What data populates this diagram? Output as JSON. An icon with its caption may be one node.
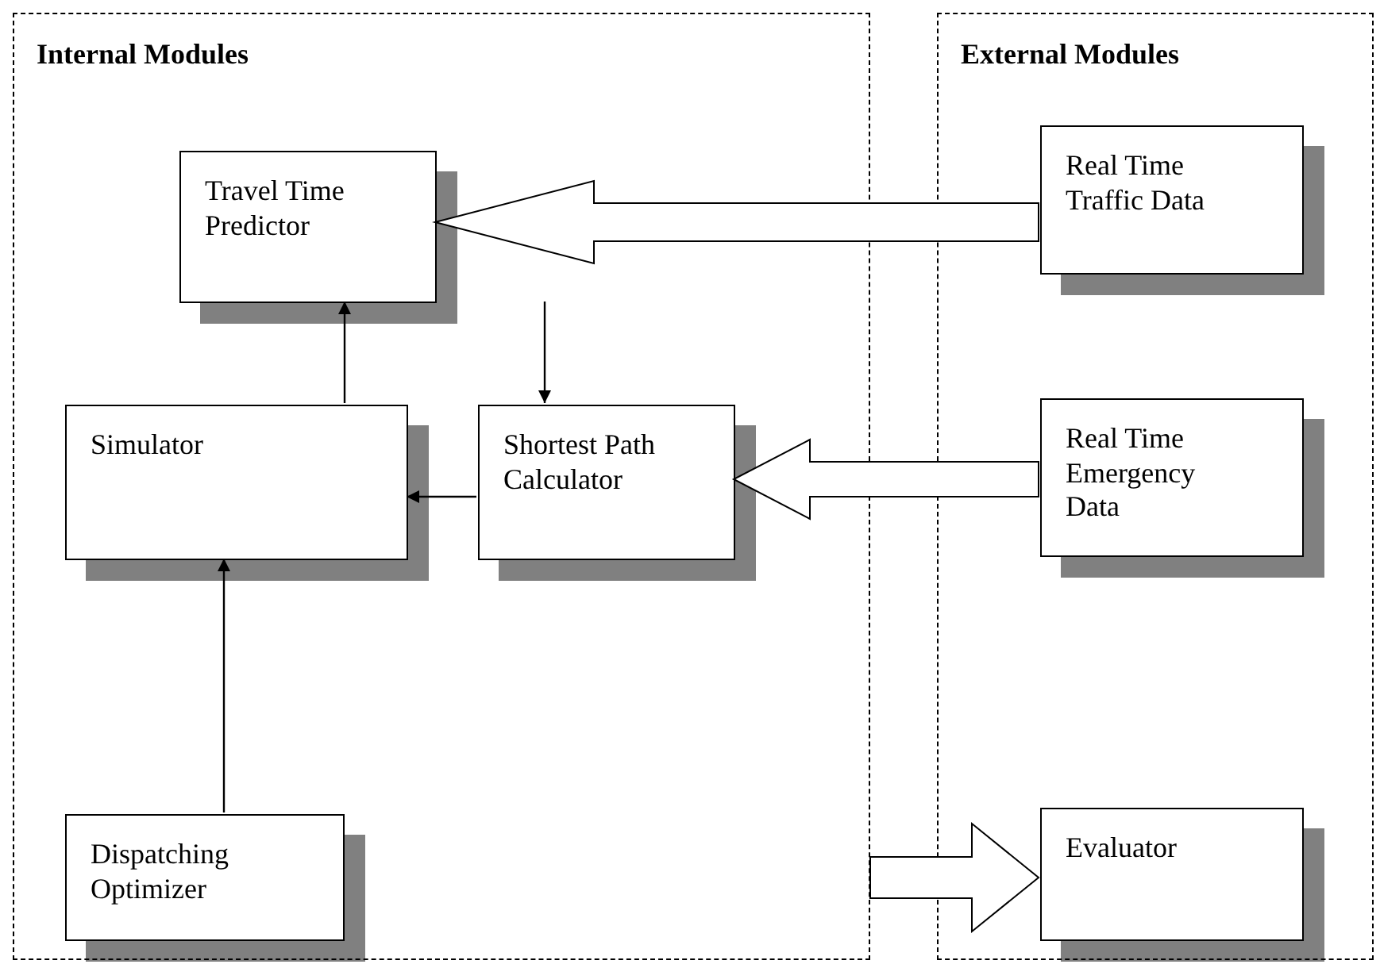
{
  "diagram": {
    "nodes": [
      {
        "text": [
          "Internal Modules"
        ]
      },
      {
        "text": [
          "Travel Time Predictor"
        ],
        "in": 0
      },
      {
        "text": [
          "Simulator"
        ],
        "in": 0
      },
      {
        "text": [
          "Shortest Path Calculator"
        ],
        "in": 0
      },
      {
        "text": [
          "Dispatching Optimizer"
        ],
        "in": 0
      },
      {
        "text": [
          "External Modules"
        ]
      },
      {
        "text": [
          "Real Time Traffic Data"
        ],
        "in": 5
      },
      {
        "text": [
          "Real Time Emergency Data"
        ],
        "in": 5
      },
      {
        "text": [
          "Evaluator"
        ],
        "in": 5
      }
    ],
    "edges": [
      {
        "from": 6,
        "to": 1,
        "arrow": "to",
        "style": "thick"
      },
      {
        "from": 1,
        "to": 3,
        "arrow": "to"
      },
      {
        "from": 3,
        "to": 2,
        "arrow": "to"
      },
      {
        "from": 2,
        "to": 1,
        "arrow": "to"
      },
      {
        "from": 4,
        "to": 2,
        "arrow": "to"
      },
      {
        "from": 7,
        "to": 3,
        "arrow": "to",
        "style": "thick"
      },
      {
        "from": null,
        "to": 8,
        "arrow": "to",
        "style": "thick"
      }
    ]
  }
}
